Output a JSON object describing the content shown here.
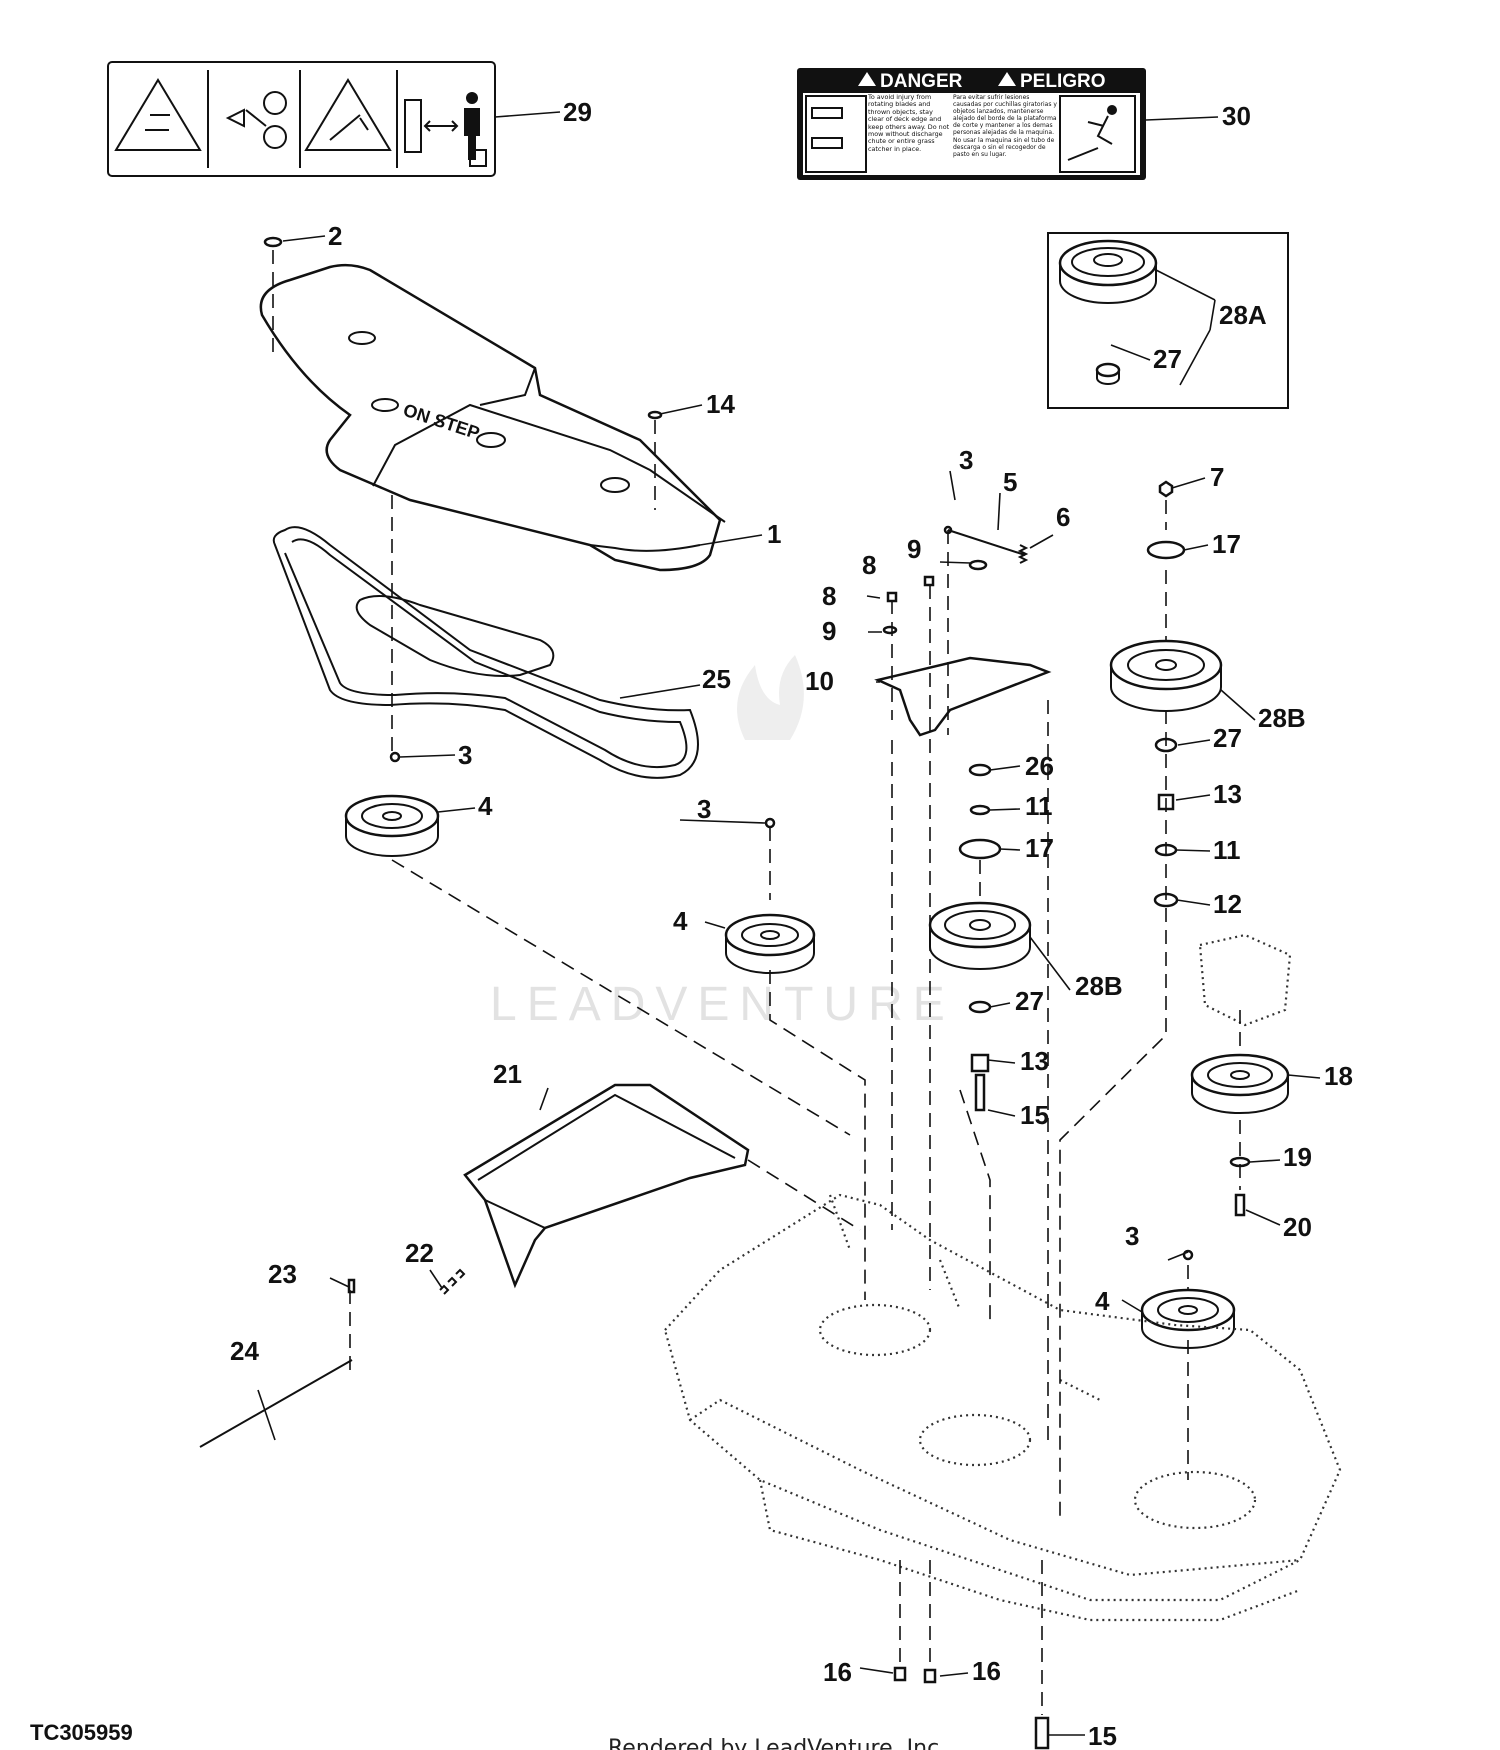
{
  "figure_id": "TC305959",
  "footer_text": "Rendered by LeadVenture, Inc.",
  "watermark": "LEADVENTURE",
  "danger_decal": {
    "heading_en": "DANGER",
    "heading_es": "PELIGRO",
    "text_en": "To avoid injury from rotating blades and thrown objects, stay clear of deck edge and keep others away. Do not mow without discharge chute or entire grass catcher in place.",
    "text_es": "Para evitar sufrir lesiones causadas por cuchillas giratorias y objetos lanzados, mantenerse alejado del borde de la plataforma de corte y mantener a los demas personas alejadas de la maquina. No usar la maquina sin el tubo de descarga o sin el recogedor de pasto en su lugar."
  },
  "callouts": {
    "c1": "1",
    "c2": "2",
    "c3a": "3",
    "c3b": "3",
    "c3c": "3",
    "c3d": "3",
    "c4a": "4",
    "c4b": "4",
    "c4c": "4",
    "c5": "5",
    "c6": "6",
    "c7": "7",
    "c8a": "8",
    "c8b": "8",
    "c9a": "9",
    "c9b": "9",
    "c10": "10",
    "c11a": "11",
    "c11b": "11",
    "c12": "12",
    "c13a": "13",
    "c13b": "13",
    "c14": "14",
    "c15a": "15",
    "c15b": "15",
    "c16a": "16",
    "c16b": "16",
    "c17a": "17",
    "c17b": "17",
    "c18": "18",
    "c19": "19",
    "c20": "20",
    "c21": "21",
    "c22": "22",
    "c23": "23",
    "c24": "24",
    "c25": "25",
    "c26": "26",
    "c27a": "27",
    "c27b": "27",
    "c27c": "27",
    "c28a": "28A",
    "c28b1": "28B",
    "c28b2": "28B",
    "c29": "29",
    "c30": "30"
  }
}
